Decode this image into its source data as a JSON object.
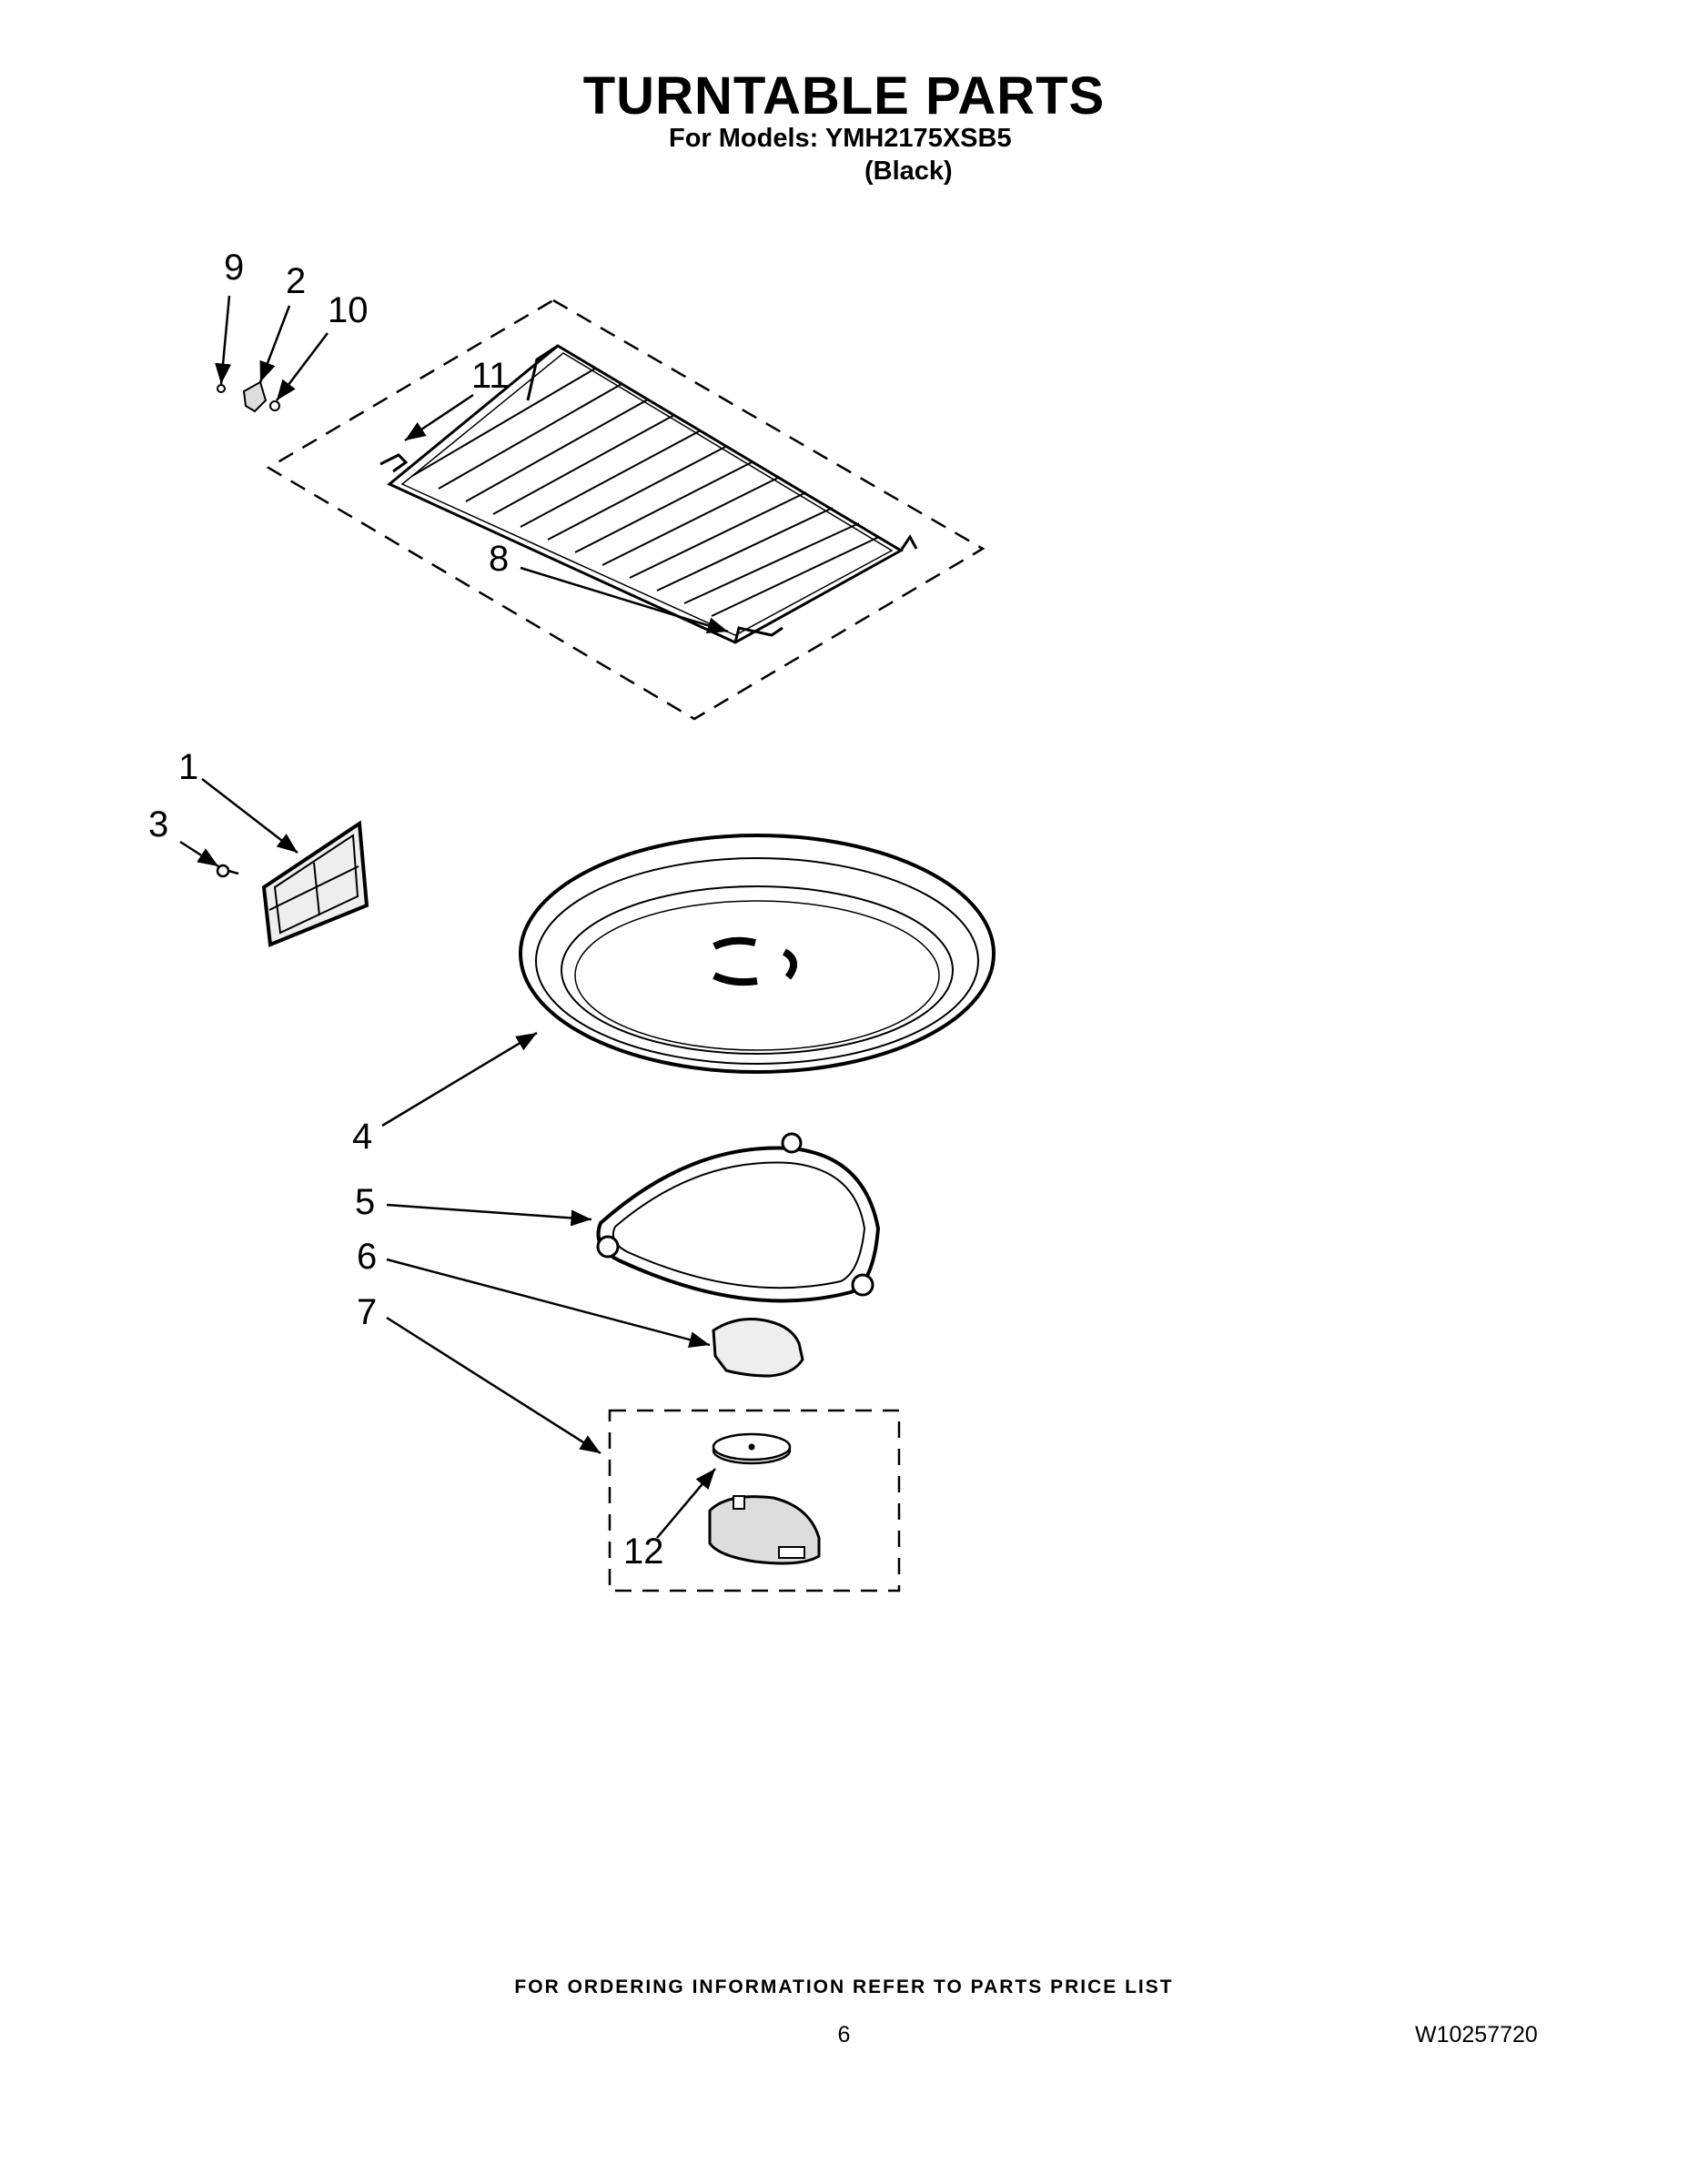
{
  "header": {
    "title": "TURNTABLE PARTS",
    "models_line": "For Models: YMH2175XSB5",
    "variant": "(Black)"
  },
  "callouts": [
    "9",
    "2",
    "10",
    "11",
    "8",
    "1",
    "3",
    "4",
    "5",
    "6",
    "7",
    "12"
  ],
  "footer": {
    "ordering_note": "FOR ORDERING INFORMATION REFER TO PARTS PRICE LIST",
    "page_number": "6",
    "document_number": "W10257720"
  }
}
